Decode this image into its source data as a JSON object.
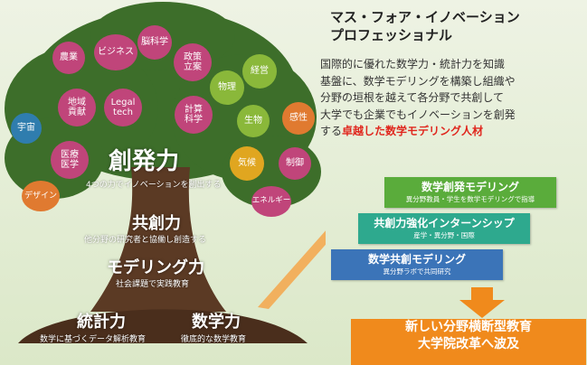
{
  "heading": {
    "title_line1": "マス・フォア・イノベーション",
    "title_line2": "プロフェッショナル"
  },
  "description": {
    "lines": [
      "国際的に優れた数学力・統計力を知識",
      "基盤に、数学モデリングを構築し組織や",
      "分野の垣根を越えて各分野で共創して",
      "大学でも企業でもイノベーションを創発"
    ],
    "last_prefix": "する",
    "highlight": "卓越した数学モデリング人材"
  },
  "tree": {
    "bubbles": [
      {
        "label": "脳科学",
        "color": "#c0457a"
      },
      {
        "label": "農業",
        "color": "#c0457a"
      },
      {
        "label": "ビジネス",
        "color": "#c0457a"
      },
      {
        "label": "政策\n立案",
        "color": "#c0457a"
      },
      {
        "label": "経営",
        "color": "#8ab83a"
      },
      {
        "label": "地域\n貢献",
        "color": "#c0457a"
      },
      {
        "label": "Legal\ntech",
        "color": "#c0457a"
      },
      {
        "label": "物理",
        "color": "#8ab83a"
      },
      {
        "label": "計算\n科学",
        "color": "#c0457a"
      },
      {
        "label": "宇宙",
        "color": "#2f7dae"
      },
      {
        "label": "生物",
        "color": "#8ab83a"
      },
      {
        "label": "感性",
        "color": "#e07a30"
      },
      {
        "label": "医療\n医学",
        "color": "#c0457a"
      },
      {
        "label": "気候",
        "color": "#e0a620"
      },
      {
        "label": "制御",
        "color": "#c0457a"
      },
      {
        "label": "デザイン",
        "color": "#e07a30"
      },
      {
        "label": "エネルギー",
        "color": "#c0457a"
      }
    ],
    "soukatsu": {
      "label": "創発力",
      "sub": "4つの力でイノベーションを創出する"
    },
    "kyousou": {
      "label": "共創力",
      "sub": "他分野の研究者と協働し創造する"
    },
    "modeling": {
      "label": "モデリング力",
      "sub": "社会課題で実践教育"
    },
    "toukei": {
      "label": "統計力",
      "sub": "数学に基づくデータ解析教育"
    },
    "suugaku": {
      "label": "数学力",
      "sub": "徹底的な数学教育"
    }
  },
  "programs": [
    {
      "title": "数学創発モデリング",
      "sub": "異分野教員・学生を数学モデリングで指導",
      "color": "#5aac3b"
    },
    {
      "title": "共創力強化インターンシップ",
      "sub": "産学・異分野・国際",
      "color": "#2ea98e"
    },
    {
      "title": "数学共創モデリング",
      "sub": "異分野ラボで共同研究",
      "color": "#3b74b8"
    }
  ],
  "result": {
    "line1": "新しい分野横断型教育",
    "line2": "大学院改革へ波及"
  },
  "colors": {
    "trunk": "#5b3a24",
    "canopy": "#3d6e2a",
    "arrow": "#f4a64a",
    "highlight": "#e0261d",
    "result": "#f08a1c"
  }
}
